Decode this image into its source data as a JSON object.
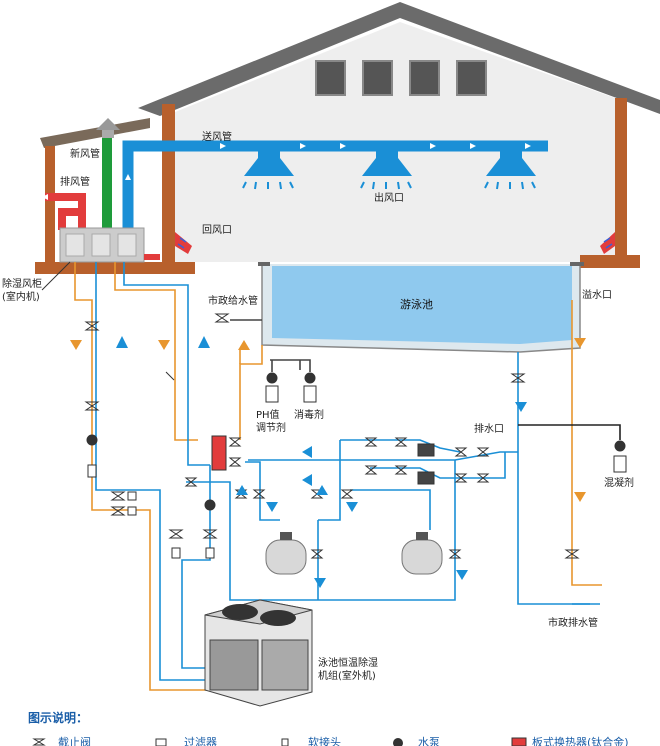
{
  "labels": {
    "fresh_air_duct": "新风管",
    "exhaust_duct": "排风管",
    "supply_duct": "送风管",
    "outlet": "出风口",
    "return_outlet": "回风口",
    "dehumid_cabinet_1": "除湿风柜",
    "dehumid_cabinet_2": "(室内机)",
    "city_water_supply": "市政给水管",
    "pool": "游泳池",
    "overflow": "溢水口",
    "ph_1": "PH值",
    "ph_2": "调节剂",
    "disinfectant": "消毒剂",
    "drain": "排水口",
    "coagulant": "混凝剂",
    "city_drain": "市政排水管",
    "outdoor_unit_1": "泳池恒温除湿",
    "outdoor_unit_2": "机组(室外机)"
  },
  "legend": {
    "title": "图示说明：",
    "items": [
      {
        "icon": "check-valve-icon",
        "label": "截止阀"
      },
      {
        "icon": "filter-icon",
        "label": "过滤器"
      },
      {
        "icon": "soft-joint-icon",
        "label": "软接头"
      },
      {
        "icon": "water-pump-icon",
        "label": "水泵"
      },
      {
        "icon": "plate-heat-exchanger-icon",
        "label": "板式换热器(钛合金)"
      }
    ]
  },
  "colors": {
    "blue_pipe": "#1a8fd6",
    "orange_pipe": "#e8962e",
    "green_pipe": "#1e9b3a",
    "red_pipe": "#e23c3c",
    "wall_brown": "#b8602c",
    "pool_water": "#8fc9ee",
    "roof_gray": "#6a6a6a"
  }
}
